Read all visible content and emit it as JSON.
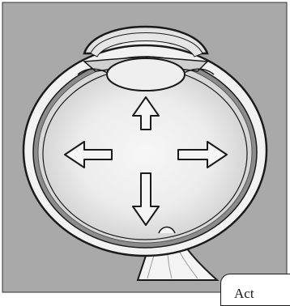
{
  "diagram": {
    "subject": "eye-cross-section",
    "arrows": [
      "up",
      "down",
      "left",
      "right"
    ],
    "icons": [
      "arrow-up-icon",
      "arrow-down-icon",
      "arrow-left-icon",
      "arrow-right-icon"
    ],
    "colors": {
      "panel": "#a9a9a9",
      "outline": "#1a1a1a",
      "sclera": "#f2f2f2",
      "retina": "#8c8c8c",
      "vitreous_center": "#f7f7f7",
      "vitreous_edge": "#cfcfcf",
      "lens": "#efefef",
      "nerve": "#f4f4f4"
    }
  },
  "tab": {
    "label": "Act"
  }
}
